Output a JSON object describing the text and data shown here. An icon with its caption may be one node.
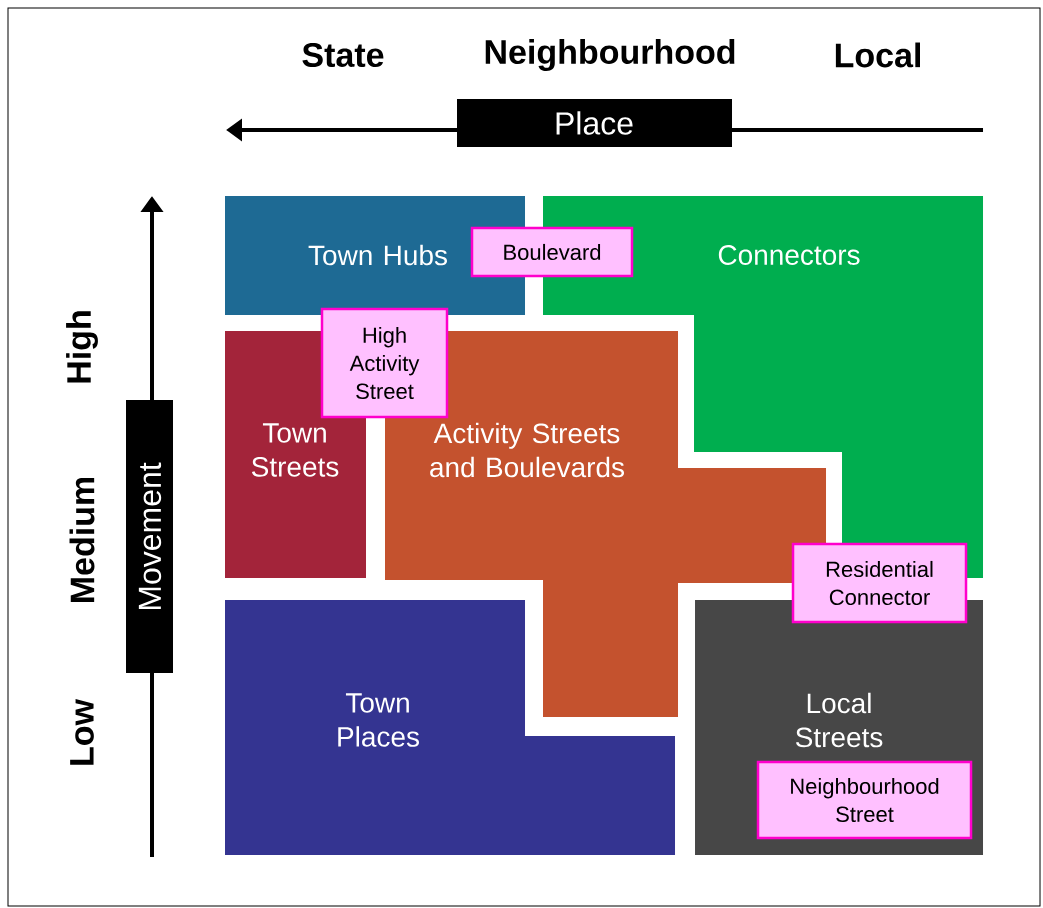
{
  "diagram": {
    "nodes": [
      {
        "text": [
          "Place"
        ]
      },
      {
        "text": [
          "Movement"
        ]
      },
      {
        "text": [
          "Town Hubs"
        ]
      },
      {
        "text": [
          "Connectors"
        ]
      },
      {
        "text": [
          "Town Streets"
        ]
      },
      {
        "text": [
          "Activity Streets and Boulevards"
        ]
      },
      {
        "text": [
          "Town Places"
        ]
      },
      {
        "text": [
          "Local Streets"
        ]
      },
      {
        "text": [
          "Boulevard"
        ]
      },
      {
        "text": [
          "High Activity Street"
        ]
      },
      {
        "text": [
          "Residential Connector"
        ]
      },
      {
        "text": [
          "Neighbourhood Street"
        ],
        "in": 7
      }
    ],
    "labels": [
      "State",
      "Neighbourhood",
      "Local",
      "High",
      "Medium",
      "Low"
    ]
  }
}
